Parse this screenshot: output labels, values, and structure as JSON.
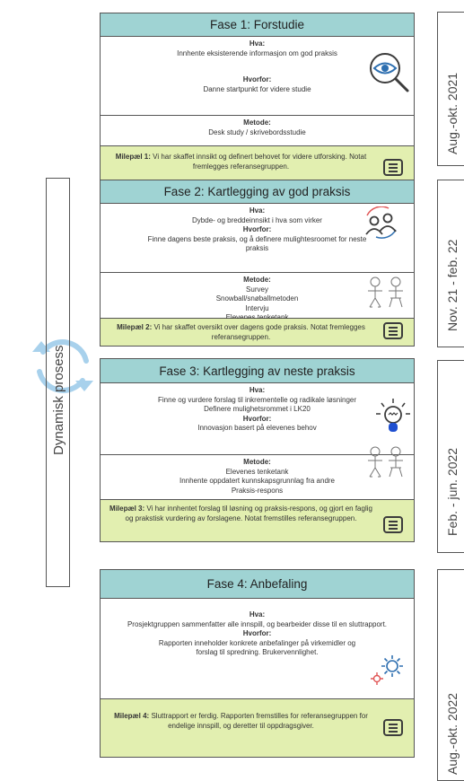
{
  "phases": [
    {
      "title": "Fase 1: Forstudie",
      "hva_label": "Hva:",
      "hva_text": "Innhente eksisterende informasjon om god praksis",
      "hvorfor_label": "Hvorfor:",
      "hvorfor_text": "Danne startpunkt for videre studie",
      "metode_label": "Metode:",
      "metode_text": "Desk study / skrivebordsstudie",
      "milestone_label": "Milepæl 1:",
      "milestone_text": "Vi har skaffet innsikt og definert behovet for videre utforsking. Notat fremlegges referansegruppen.",
      "timeframe": "Aug.-okt. 2021",
      "icon": "magnifier-eye-icon"
    },
    {
      "title": "Fase 2: Kartlegging av god praksis",
      "hva_label": "Hva:",
      "hva_text": "Dybde- og breddeinnsikt i hva som virker",
      "hvorfor_label": "Hvorfor:",
      "hvorfor_text_1": "Finne dagens beste praksis, og å definere mulightesroomet for neste",
      "hvorfor_text_2": "praksis",
      "metode_label": "Metode:",
      "metode_items": [
        "Survey",
        "Snowball/snøballmetoden",
        "Intervju",
        "Elevenes tenketank"
      ],
      "milestone_label": "Milepæl 2:",
      "milestone_text": "Vi har skaffet oversikt over dagens gode praksis. Notat fremlegges referansegruppen.",
      "timeframe": "Nov. 21 - feb. 22",
      "icon": "people-icon"
    },
    {
      "title": "Fase 3: Kartlegging av neste praksis",
      "hva_label": "Hva:",
      "hva_text_1": "Finne og vurdere forslag til inkrementelle og radikale løsninger",
      "hva_text_2": "Definere mulighetsrommet i LK20",
      "hvorfor_label": "Hvorfor:",
      "hvorfor_text": "Innovasjon basert på elevenes behov",
      "metode_label": "Metode:",
      "metode_items": [
        "Elevenes tenketank",
        "Innhente oppdatert kunnskapsgrunnlag fra andre",
        "Praksis-respons"
      ],
      "milestone_label": "Milepæl 3:",
      "milestone_text": "Vi har innhentet forslag til løsning og praksis-respons, og gjort en faglig og prakstisk vurdering av forslagene. Notat fremstilles referansegruppen.",
      "timeframe": "Feb. - jun. 2022",
      "icon": "lightbulb-icon"
    },
    {
      "title": "Fase 4: Anbefaling",
      "hva_label": "Hva:",
      "hva_text": "Prosjektgruppen sammenfatter alle innspill, og bearbeider disse til en sluttrapport.",
      "hvorfor_label": "Hvorfor:",
      "hvorfor_text": "Rapporten inneholder konkrete anbefalinger på virkemidler og forslag til spredning. Brukervennlighet.",
      "milestone_label": "Milepæl 4:",
      "milestone_text": "Sluttrapport er ferdig. Rapporten fremstilles for referansegruppen for endelige innspill, og deretter til oppdragsgiver.",
      "timeframe": "Aug.-okt. 2022",
      "icon": "gears-icon"
    }
  ],
  "side_label": "Dynamisk prosess",
  "colors": {
    "title_bg": "#9fd3d3",
    "milestone_bg": "#e2efb0",
    "cycle_icon": "#a8d1ec"
  }
}
